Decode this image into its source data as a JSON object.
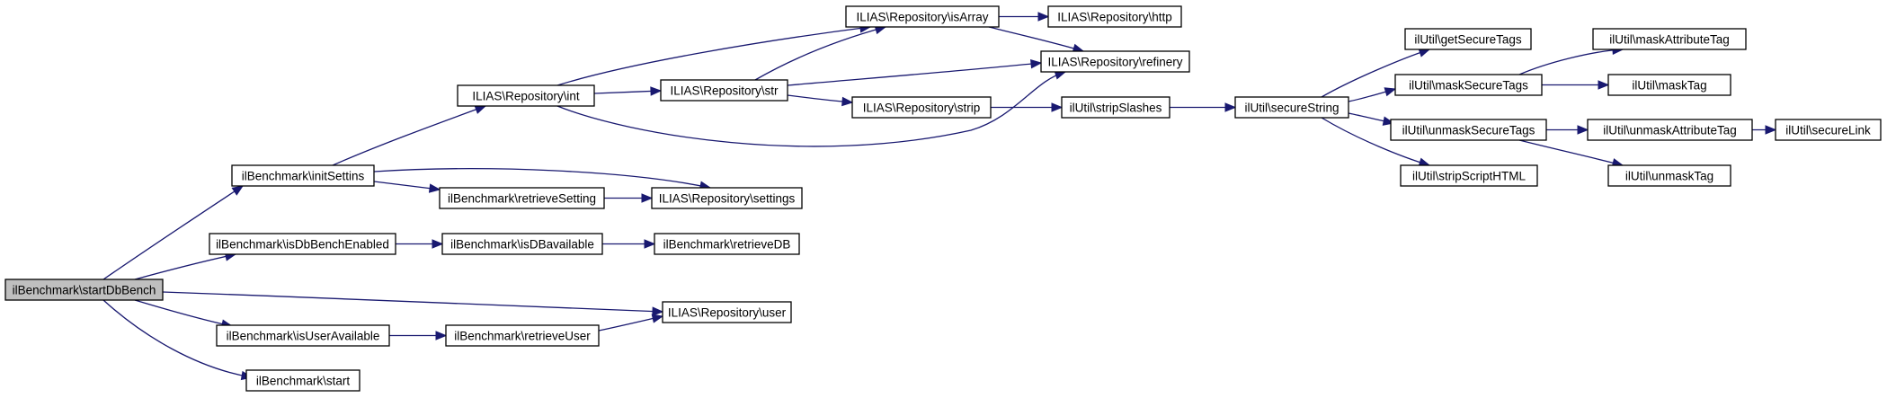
{
  "diagram": {
    "type": "call-graph",
    "colors": {
      "edge": "#191970",
      "root_fill": "#bfbfbf",
      "node_fill": "#ffffff",
      "border": "#000000"
    },
    "nodes": [
      {
        "id": "startDbBench",
        "label": "ilBenchmark\\startDbBench",
        "root": true
      },
      {
        "id": "initSettins",
        "label": "ilBenchmark\\initSettins"
      },
      {
        "id": "isDbBenchEnabled",
        "label": "ilBenchmark\\isDbBenchEnabled"
      },
      {
        "id": "isUserAvailable",
        "label": "ilBenchmark\\isUserAvailable"
      },
      {
        "id": "start",
        "label": "ilBenchmark\\start"
      },
      {
        "id": "repoInt",
        "label": "ILIAS\\Repository\\int"
      },
      {
        "id": "retrieveSetting",
        "label": "ilBenchmark\\retrieveSetting"
      },
      {
        "id": "isDBavailable",
        "label": "ilBenchmark\\isDBavailable"
      },
      {
        "id": "retrieveUser",
        "label": "ilBenchmark\\retrieveUser"
      },
      {
        "id": "repoStr",
        "label": "ILIAS\\Repository\\str"
      },
      {
        "id": "repoSettings",
        "label": "ILIAS\\Repository\\settings"
      },
      {
        "id": "retrieveDB",
        "label": "ilBenchmark\\retrieveDB"
      },
      {
        "id": "repoUser",
        "label": "ILIAS\\Repository\\user"
      },
      {
        "id": "repoIsArray",
        "label": "ILIAS\\Repository\\isArray"
      },
      {
        "id": "repoStrip",
        "label": "ILIAS\\Repository\\strip"
      },
      {
        "id": "repoHttp",
        "label": "ILIAS\\Repository\\http"
      },
      {
        "id": "repoRefinery",
        "label": "ILIAS\\Repository\\refinery"
      },
      {
        "id": "stripSlashes",
        "label": "ilUtil\\stripSlashes"
      },
      {
        "id": "secureString",
        "label": "ilUtil\\secureString"
      },
      {
        "id": "getSecureTags",
        "label": "ilUtil\\getSecureTags"
      },
      {
        "id": "maskSecureTags",
        "label": "ilUtil\\maskSecureTags"
      },
      {
        "id": "unmaskSecureTags",
        "label": "ilUtil\\unmaskSecureTags"
      },
      {
        "id": "stripScriptHTML",
        "label": "ilUtil\\stripScriptHTML"
      },
      {
        "id": "maskAttributeTag",
        "label": "ilUtil\\maskAttributeTag"
      },
      {
        "id": "maskTag",
        "label": "ilUtil\\maskTag"
      },
      {
        "id": "unmaskAttributeTag",
        "label": "ilUtil\\unmaskAttributeTag"
      },
      {
        "id": "unmaskTag",
        "label": "ilUtil\\unmaskTag"
      },
      {
        "id": "secureLink",
        "label": "ilUtil\\secureLink"
      }
    ],
    "edges": [
      {
        "from": "startDbBench",
        "to": "initSettins"
      },
      {
        "from": "startDbBench",
        "to": "isDbBenchEnabled"
      },
      {
        "from": "startDbBench",
        "to": "repoUser"
      },
      {
        "from": "startDbBench",
        "to": "isUserAvailable"
      },
      {
        "from": "startDbBench",
        "to": "start"
      },
      {
        "from": "initSettins",
        "to": "repoInt"
      },
      {
        "from": "initSettins",
        "to": "repoSettings"
      },
      {
        "from": "initSettins",
        "to": "retrieveSetting"
      },
      {
        "from": "isDbBenchEnabled",
        "to": "isDBavailable"
      },
      {
        "from": "isUserAvailable",
        "to": "retrieveUser"
      },
      {
        "from": "repoInt",
        "to": "repoIsArray"
      },
      {
        "from": "repoInt",
        "to": "repoStr"
      },
      {
        "from": "repoInt",
        "to": "repoRefinery"
      },
      {
        "from": "retrieveSetting",
        "to": "repoSettings"
      },
      {
        "from": "isDBavailable",
        "to": "retrieveDB"
      },
      {
        "from": "retrieveUser",
        "to": "repoUser"
      },
      {
        "from": "repoStr",
        "to": "repoIsArray"
      },
      {
        "from": "repoStr",
        "to": "repoRefinery"
      },
      {
        "from": "repoStr",
        "to": "repoStrip"
      },
      {
        "from": "repoIsArray",
        "to": "repoHttp"
      },
      {
        "from": "repoIsArray",
        "to": "repoRefinery"
      },
      {
        "from": "repoStrip",
        "to": "stripSlashes"
      },
      {
        "from": "stripSlashes",
        "to": "secureString"
      },
      {
        "from": "secureString",
        "to": "getSecureTags"
      },
      {
        "from": "secureString",
        "to": "maskSecureTags"
      },
      {
        "from": "secureString",
        "to": "unmaskSecureTags"
      },
      {
        "from": "secureString",
        "to": "stripScriptHTML"
      },
      {
        "from": "maskSecureTags",
        "to": "maskAttributeTag"
      },
      {
        "from": "maskSecureTags",
        "to": "maskTag"
      },
      {
        "from": "unmaskSecureTags",
        "to": "unmaskAttributeTag"
      },
      {
        "from": "unmaskSecureTags",
        "to": "unmaskTag"
      },
      {
        "from": "unmaskAttributeTag",
        "to": "secureLink"
      }
    ]
  }
}
